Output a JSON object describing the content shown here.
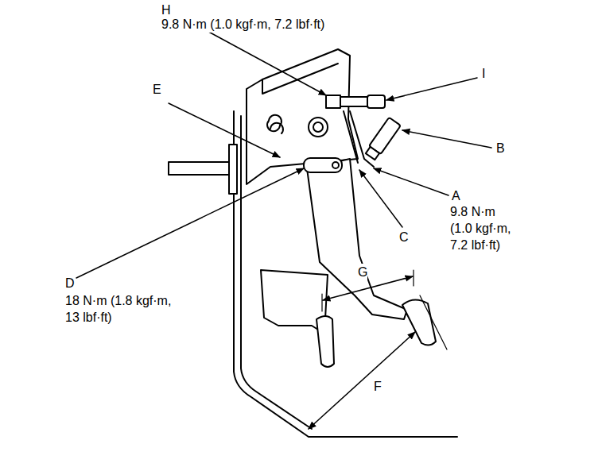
{
  "diagram": {
    "labels": [
      "H",
      "9.8 N·m (1.0 kgf·m, 7.2 lbf·ft)",
      "E",
      "I",
      "B",
      "A",
      "9.8 N·m (1.0 kgf·m, 7.2 lbf·ft)",
      "C",
      "D",
      "18 N·m (1.8 kgf·m, 13 lbf·ft)",
      "G",
      "F"
    ]
  }
}
